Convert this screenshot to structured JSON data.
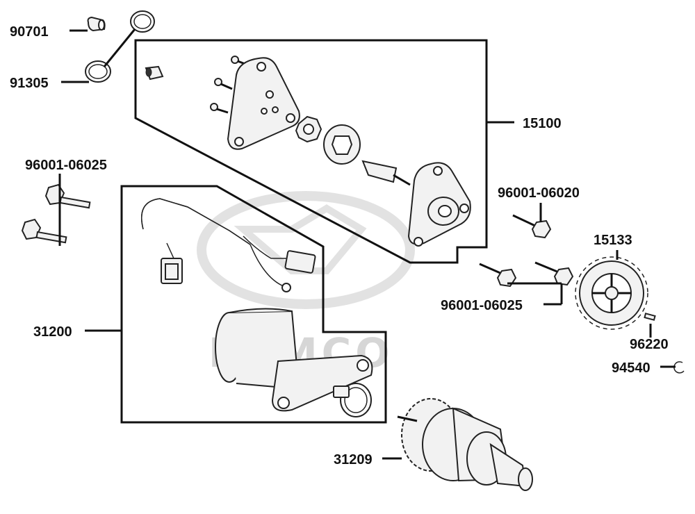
{
  "watermark": "KYMCO",
  "parts": {
    "p90701": "90701",
    "p91305": "91305",
    "p15100": "15100",
    "p96001_top": "96001-06025",
    "p96001_06020": "96001-06020",
    "p15133": "15133",
    "p96001_mid": "96001-06025",
    "p31200": "31200",
    "p96220": "96220",
    "p94540": "94540",
    "p31209": "31209"
  }
}
